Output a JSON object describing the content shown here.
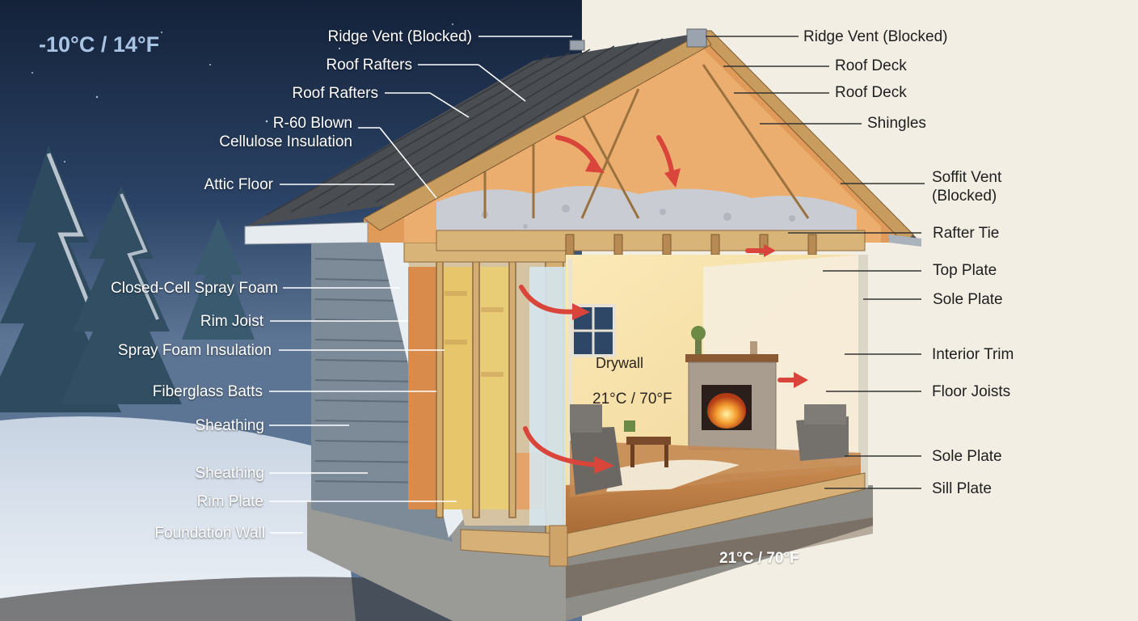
{
  "temperatures": {
    "outdoor": "-10°C / 14°F",
    "indoor": "21°C / 70°F",
    "foundation": "21°C / 70°F"
  },
  "labels_left": [
    {
      "text": "Ridge Vent (Blocked)"
    },
    {
      "text": "Roof Rafters"
    },
    {
      "text": "Roof Rafters"
    },
    {
      "text": "R-60 Blown",
      "text2": "Cellulose Insulation"
    },
    {
      "text": "Attic Floor"
    },
    {
      "text": "Closed-Cell Spray Foam"
    },
    {
      "text": "Rim Joist"
    },
    {
      "text": "Spray Foam Insulation"
    },
    {
      "text": "Fiberglass Batts"
    },
    {
      "text": "Sheathing"
    },
    {
      "text": "Sheathing"
    },
    {
      "text": "Rim Plate"
    },
    {
      "text": "Foundation Wall"
    }
  ],
  "labels_right": [
    {
      "text": "Ridge Vent (Blocked)"
    },
    {
      "text": "Roof Deck"
    },
    {
      "text": "Roof Deck"
    },
    {
      "text": "Shingles"
    },
    {
      "text": "Soffit Vent",
      "text2": "(Blocked)"
    },
    {
      "text": "Rafter Tie"
    },
    {
      "text": "Top Plate"
    },
    {
      "text": "Sole Plate"
    },
    {
      "text": "Interior Trim"
    },
    {
      "text": "Floor Joists"
    },
    {
      "text": "Sole Plate"
    },
    {
      "text": "Sill Plate"
    }
  ],
  "room_label": "Drywall",
  "colors": {
    "night_sky": "#1b2c47",
    "paper": "#f3eee3",
    "heat_arrow": "#d9453a",
    "insulation": "#e7c56a",
    "spray_foam": "#d98b4c",
    "shingles": "#4a4d52"
  }
}
